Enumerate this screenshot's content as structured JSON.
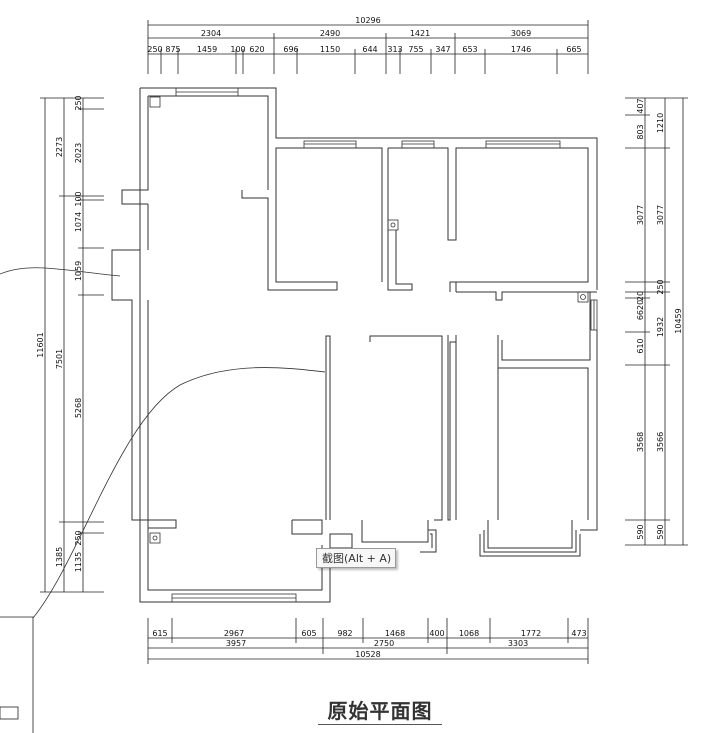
{
  "plan": {
    "title": "原始平面图",
    "tooltip": "截图(Alt + A)",
    "top_dims": {
      "total": "10296",
      "segments": [
        "2304",
        "2490",
        "1421",
        "3069"
      ],
      "details": [
        "250",
        "875",
        "1459",
        "100",
        "620",
        "696",
        "1150",
        "644",
        "313",
        "755",
        "347",
        "653",
        "1746",
        "665"
      ]
    },
    "bottom_dims": {
      "total": "10528",
      "segments": [
        "3957",
        "2750",
        "3303"
      ],
      "details": [
        "615",
        "2967",
        "605",
        "982",
        "1468",
        "400",
        "1068",
        "1772",
        "473"
      ]
    },
    "left_dims": {
      "total": "11601",
      "group_a": [
        "2273",
        "7501",
        "1385"
      ],
      "group_b": [
        "250",
        "2023",
        "100",
        "1074",
        "1059",
        "5268",
        "250",
        "1135"
      ]
    },
    "right_dims": {
      "total": "10459",
      "group_a": [
        "1210",
        "3077",
        "250",
        "1932",
        "3566",
        "590"
      ],
      "group_b": [
        "407",
        "803",
        "3077",
        "20",
        "6620",
        "610",
        "3568",
        "590"
      ]
    }
  }
}
